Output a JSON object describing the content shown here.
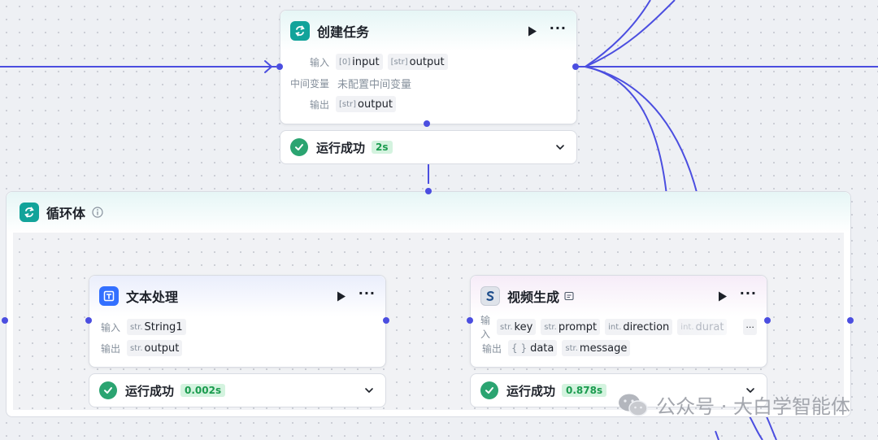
{
  "create_task": {
    "title": "创建任务",
    "input_label": "输入",
    "input_chips": [
      {
        "type": "[0]",
        "name": "input"
      },
      {
        "type": "[str]",
        "name": "output"
      }
    ],
    "mid_label": "中间变量",
    "mid_value": "未配置中间变量",
    "output_label": "输出",
    "output_chips": [
      {
        "type": "[str]",
        "name": "output"
      }
    ],
    "status": "运行成功",
    "time": "2s"
  },
  "loop": {
    "title": "循环体"
  },
  "text_proc": {
    "title": "文本处理",
    "input_label": "输入",
    "input_chips": [
      {
        "type": "str.",
        "name": "String1"
      }
    ],
    "output_label": "输出",
    "output_chips": [
      {
        "type": "str.",
        "name": "output"
      }
    ],
    "status": "运行成功",
    "time": "0.002s"
  },
  "video_gen": {
    "title": "视频生成",
    "input_label": "输入",
    "input_chips": [
      {
        "type": "str.",
        "name": "key"
      },
      {
        "type": "str.",
        "name": "prompt"
      },
      {
        "type": "int.",
        "name": "direction"
      },
      {
        "type": "int.",
        "name": "durat"
      }
    ],
    "more": "···",
    "output_label": "输出",
    "output_chips": [
      {
        "type": "{ }",
        "name": "data"
      },
      {
        "type": "str.",
        "name": "message"
      }
    ],
    "status": "运行成功",
    "time": "0.878s"
  },
  "watermark": "公众号 · 大白学智能体",
  "colors": {
    "wire": "#4b4ee0",
    "success": "#2ba471",
    "teal": "#12a39a",
    "blue": "#3370ff"
  }
}
